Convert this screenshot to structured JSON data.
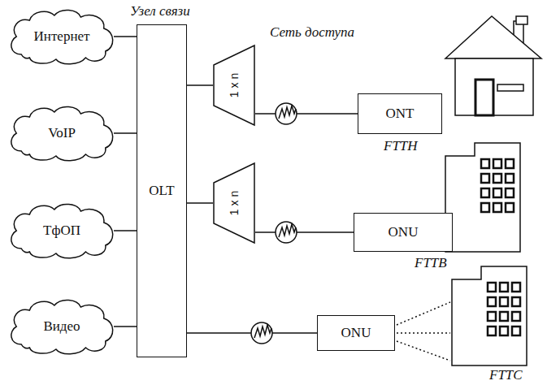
{
  "diagram": {
    "nodes": [
      {
        "text": [
          "Интернет"
        ]
      },
      {
        "text": [
          "VoIP"
        ]
      },
      {
        "text": [
          "ТфОП"
        ]
      },
      {
        "text": [
          "Видео"
        ]
      },
      {
        "text": [
          "OLT"
        ]
      },
      {
        "text": [
          "1 x n"
        ]
      },
      {
        "text": [
          "1 x n"
        ]
      },
      {
        "text": [
          "ONT"
        ]
      },
      {
        "text": [
          "ONU"
        ]
      },
      {
        "text": [
          "ONU"
        ]
      }
    ],
    "edges": [
      {
        "from": 0,
        "to": 4,
        "arrow": "none"
      },
      {
        "from": 1,
        "to": 4,
        "arrow": "none"
      },
      {
        "from": 2,
        "to": 4,
        "arrow": "none"
      },
      {
        "from": 3,
        "to": 4,
        "arrow": "none"
      },
      {
        "from": 4,
        "to": 5,
        "arrow": "none"
      },
      {
        "from": 4,
        "to": 6,
        "arrow": "none"
      },
      {
        "from": 4,
        "to": 9,
        "arrow": "none"
      },
      {
        "from": 5,
        "to": 7,
        "arrow": "none"
      },
      {
        "from": 6,
        "to": 8,
        "arrow": "none"
      }
    ],
    "labels": [
      "Узел связи",
      "Сеть доступа",
      "FTTH",
      "FTTB",
      "FTTC"
    ]
  }
}
